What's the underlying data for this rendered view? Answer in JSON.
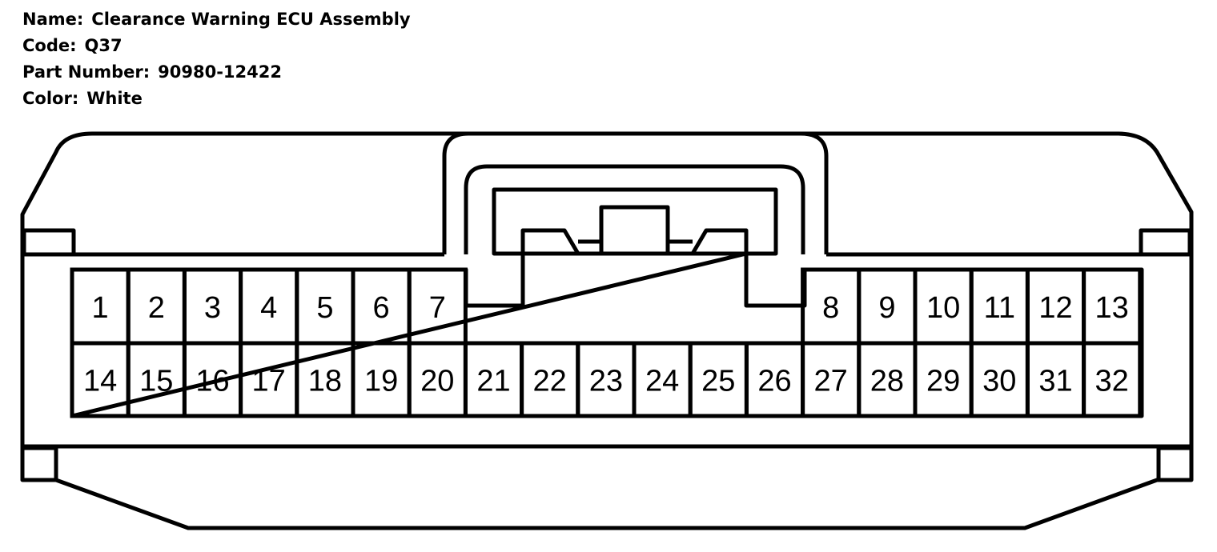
{
  "header": {
    "name_label": "Name:",
    "name_value": "Clearance Warning ECU Assembly",
    "code_label": "Code:",
    "code_value": "Q37",
    "part_label": "Part Number:",
    "part_value": "90980-12422",
    "color_label": "Color:",
    "color_value": "White"
  },
  "connector": {
    "top_row": [
      "1",
      "2",
      "3",
      "4",
      "5",
      "6",
      "7",
      "8",
      "9",
      "10",
      "11",
      "12",
      "13"
    ],
    "bottom_row": [
      "14",
      "15",
      "16",
      "17",
      "18",
      "19",
      "20",
      "21",
      "22",
      "23",
      "24",
      "25",
      "26",
      "27",
      "28",
      "29",
      "30",
      "31",
      "32"
    ]
  },
  "colors": {
    "stroke": "#000000",
    "background": "#ffffff"
  }
}
